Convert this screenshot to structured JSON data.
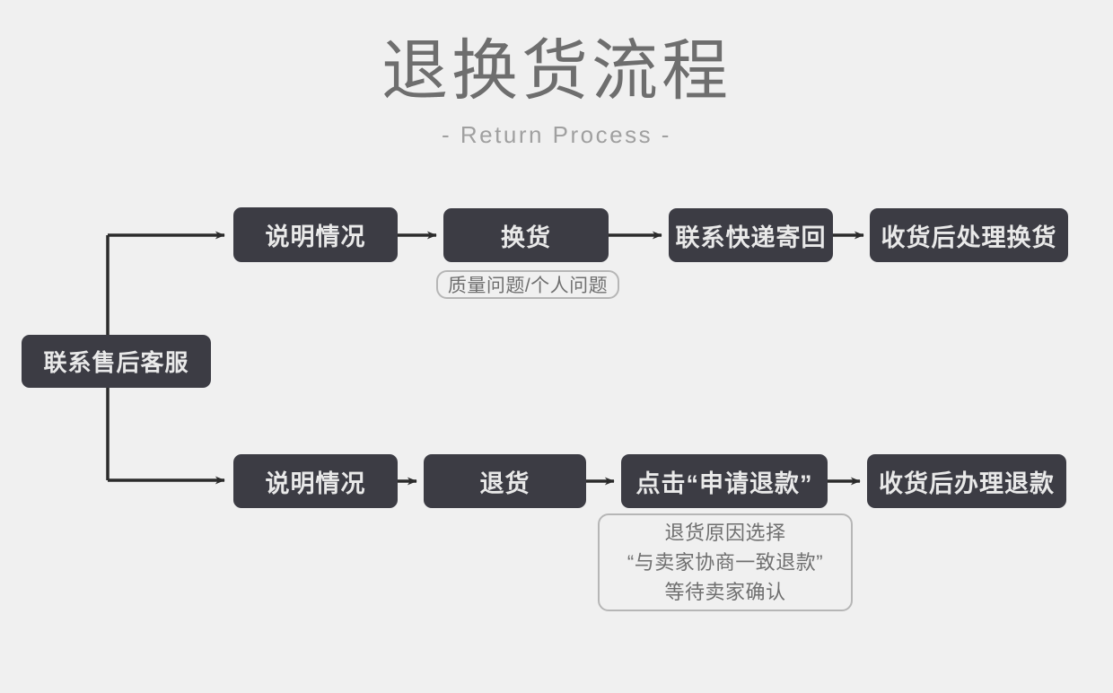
{
  "header": {
    "title": "退换货流程",
    "subtitle": "- Return Process -"
  },
  "colors": {
    "background": "#f0f0f0",
    "node_fill": "#3c3c44",
    "node_text": "#e9e9e9",
    "note_border": "#b6b6b6",
    "note_text": "#6f6f6f",
    "connector": "#2b2b2b",
    "title_text": "#6e6e6e",
    "subtitle_text": "#a0a0a0"
  },
  "flow": {
    "entry": {
      "label": "联系售后客服"
    },
    "branches": [
      {
        "name": "exchange",
        "steps": [
          {
            "label": "说明情况"
          },
          {
            "label": "换货"
          },
          {
            "label": "联系快递寄回"
          },
          {
            "label": "收货后处理换货"
          }
        ],
        "note": {
          "lines": [
            "质量问题/个人问题"
          ]
        }
      },
      {
        "name": "return",
        "steps": [
          {
            "label": "说明情况"
          },
          {
            "label": "退货"
          },
          {
            "label": "点击“申请退款”"
          },
          {
            "label": "收货后办理退款"
          }
        ],
        "note": {
          "lines": [
            "退货原因选择",
            "“与卖家协商一致退款”",
            "等待卖家确认"
          ]
        }
      }
    ]
  }
}
